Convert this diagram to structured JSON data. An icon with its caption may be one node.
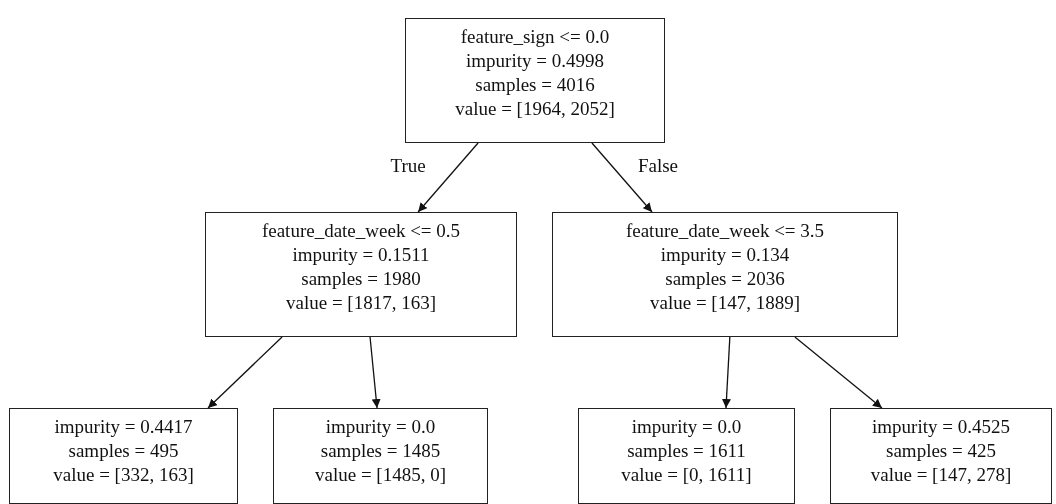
{
  "diagram": {
    "nodes": [
      {
        "text": [
          "feature_sign <= 0.0",
          "impurity = 0.4998",
          "samples = 4016",
          "value = [1964, 2052]"
        ]
      },
      {
        "text": [
          "feature_date_week <= 0.5",
          "impurity = 0.1511",
          "samples = 1980",
          "value = [1817, 163]"
        ]
      },
      {
        "text": [
          "feature_date_week <= 3.5",
          "impurity = 0.134",
          "samples = 2036",
          "value = [147, 1889]"
        ]
      },
      {
        "text": [
          "impurity = 0.4417",
          "samples = 495",
          "value = [332, 163]"
        ]
      },
      {
        "text": [
          "impurity = 0.0",
          "samples = 1485",
          "value = [1485, 0]"
        ]
      },
      {
        "text": [
          "impurity = 0.0",
          "samples = 1611",
          "value = [0, 1611]"
        ]
      },
      {
        "text": [
          "impurity = 0.4525",
          "samples = 425",
          "value = [147, 278]"
        ]
      }
    ],
    "edges": [
      {
        "from": 0,
        "to": 1,
        "arrow": "to",
        "label": "True"
      },
      {
        "from": 0,
        "to": 2,
        "arrow": "to",
        "label": "False"
      },
      {
        "from": 1,
        "to": 3,
        "arrow": "to"
      },
      {
        "from": 1,
        "to": 4,
        "arrow": "to"
      },
      {
        "from": 2,
        "to": 5,
        "arrow": "to"
      },
      {
        "from": 2,
        "to": 6,
        "arrow": "to"
      }
    ]
  }
}
